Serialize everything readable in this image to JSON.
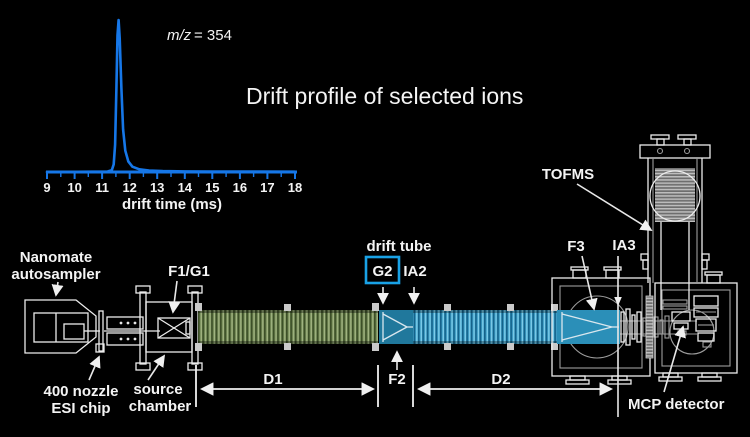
{
  "title": "Drift profile of selected ions",
  "chart_data": {
    "type": "line",
    "title": "Drift profile of selected ions",
    "series_label_italic": "m/z",
    "series_label_rest": "= 354",
    "xlabel": "drift time (ms)",
    "x_ticks": [
      "9",
      "10",
      "11",
      "12",
      "13",
      "14",
      "15",
      "16",
      "17",
      "18"
    ],
    "xlim": [
      9,
      18
    ],
    "ylim": [
      0,
      1
    ],
    "peak_drift_time_ms": 11.6,
    "line_color": "#1677e8",
    "points": [
      [
        9,
        0
      ],
      [
        11.2,
        0.003
      ],
      [
        11.35,
        0.012
      ],
      [
        11.42,
        0.05
      ],
      [
        11.47,
        0.18
      ],
      [
        11.52,
        0.55
      ],
      [
        11.56,
        0.9
      ],
      [
        11.6,
        1.0
      ],
      [
        11.64,
        0.88
      ],
      [
        11.7,
        0.55
      ],
      [
        11.76,
        0.28
      ],
      [
        11.84,
        0.14
      ],
      [
        11.95,
        0.07
      ],
      [
        12.1,
        0.035
      ],
      [
        12.35,
        0.018
      ],
      [
        12.7,
        0.01
      ],
      [
        13.2,
        0.006
      ],
      [
        14,
        0.004
      ],
      [
        15,
        0.003
      ],
      [
        18,
        0.002
      ]
    ]
  },
  "instrument": {
    "labels": {
      "nanomate_line1": "Nanomate",
      "nanomate_line2": "autosampler",
      "esi_line1": "400 nozzle",
      "esi_line2": "ESI chip",
      "source_line1": "source",
      "source_line2": "chamber",
      "f1g1": "F1/G1",
      "drift_tube": "drift tube",
      "g2": "G2",
      "ia2": "IA2",
      "f2": "F2",
      "d1": "D1",
      "d2": "D2",
      "f3": "F3",
      "ia3": "IA3",
      "tofms": "TOFMS",
      "mcp": "MCP detector"
    },
    "colors": {
      "g2_box_border": "#19a2e6",
      "drift_region1_tube": "#6e8551",
      "drift_region2_tube": "#3b9cc4",
      "funnel_block": "#20789c"
    }
  }
}
